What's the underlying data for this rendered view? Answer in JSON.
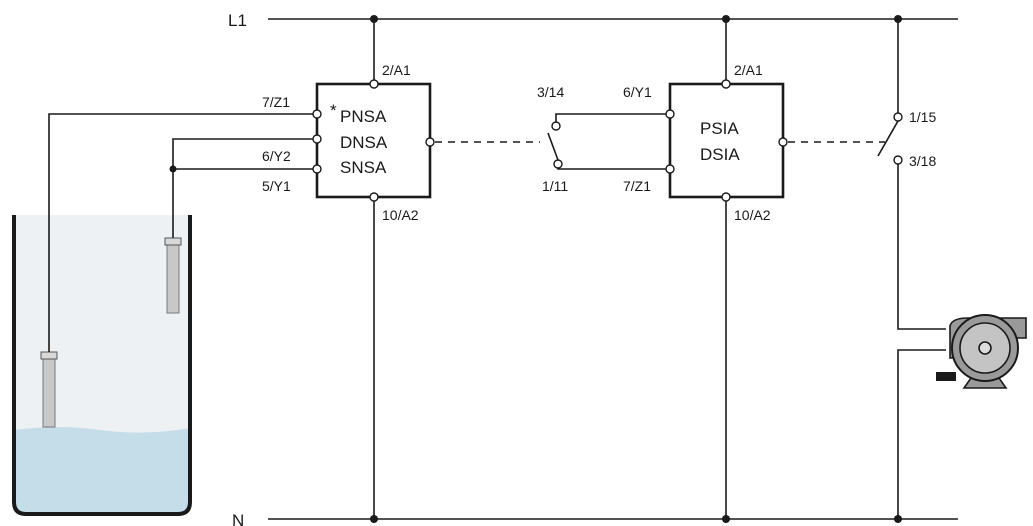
{
  "rails": {
    "top": "L1",
    "bottom": "N"
  },
  "controller": {
    "label_line1": "PNSA",
    "label_line2": "DNSA",
    "label_line3": "SNSA",
    "marker": "*",
    "term_supply": "2/A1",
    "term_return": "10/A2",
    "term_z1": "7/Z1",
    "term_y2": "6/Y2",
    "term_y1": "5/Y1"
  },
  "switch1": {
    "term_top": "3/14",
    "term_bottom": "1/11"
  },
  "relay": {
    "label_line1": "PSIA",
    "label_line2": "DSIA",
    "term_supply": "2/A1",
    "term_return": "10/A2",
    "term_y1": "6/Y1",
    "term_z1": "7/Z1"
  },
  "switch2": {
    "term_top": "1/15",
    "term_bottom": "3/18"
  },
  "colors": {
    "line": "#1a1a1a",
    "liquid": "#c5dde9",
    "tank_fill": "#eef1f3",
    "probe": "#c8c8c8",
    "motor": "#9a9a9a"
  }
}
